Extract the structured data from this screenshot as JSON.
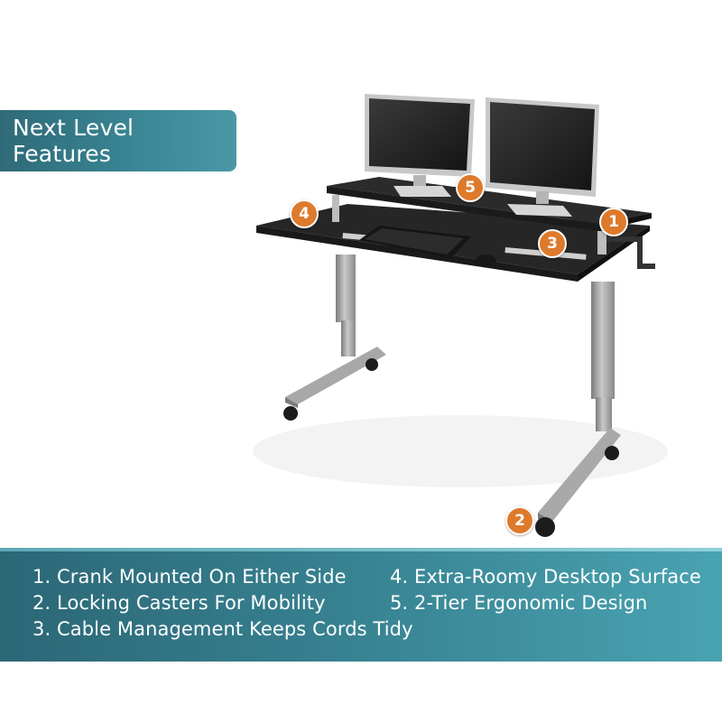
{
  "header": {
    "title": "Next Level Features"
  },
  "badges": [
    "1",
    "2",
    "3",
    "4",
    "5"
  ],
  "features": {
    "item1": "1. Crank Mounted On Either Side",
    "item2": "2. Locking Casters For Mobility",
    "item3": "3. Cable Management Keeps Cords Tidy",
    "item4": "4. Extra-Roomy Desktop Surface",
    "item5": "5. 2-Tier Ergonomic Design"
  },
  "colors": {
    "teal_dark": "#2c6776",
    "teal_light": "#49a3b1",
    "badge_orange": "#dd7a2c",
    "desk_top": "#2a2a2a",
    "frame_silver": "#9a9a9a"
  },
  "icons": {
    "product": "standing-desk-illustration",
    "badge": "numbered-circle-badge"
  }
}
